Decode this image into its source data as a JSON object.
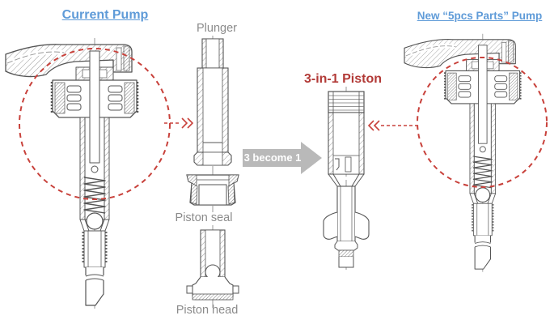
{
  "diagram": {
    "left": {
      "title": "Current Pump"
    },
    "right": {
      "title": "New “5pcs Parts” Pump"
    },
    "parts_column": {
      "plunger_label": "Plunger",
      "piston_seal_label": "Piston seal",
      "piston_head_label": "Piston head"
    },
    "center": {
      "transform_arrow_label": "3 become 1",
      "combined_part_label": "3-in-1 Piston"
    },
    "colors": {
      "title_blue": "#5F9BD8",
      "part_label_gray": "#8b8b8b",
      "highlight_red": "#C8413B",
      "combined_label_red": "#B23A37",
      "transform_arrow_gray": "#B9B9B9",
      "drawing_line": "#555555",
      "background": "#ffffff"
    }
  }
}
